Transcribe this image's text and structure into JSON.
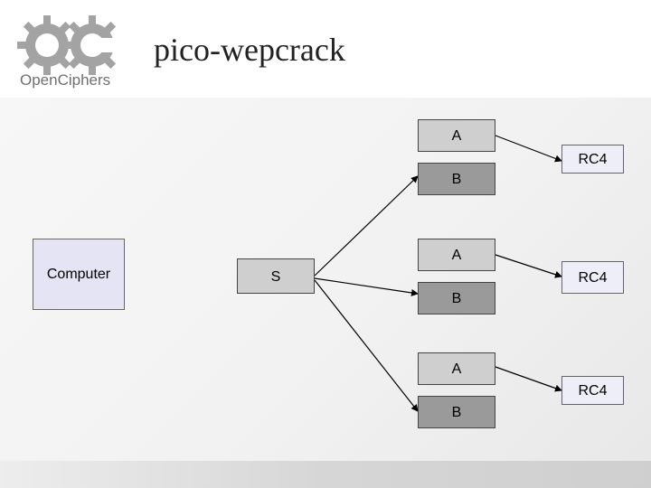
{
  "header": {
    "title": "pico-wepcrack",
    "logo_text": "OpenCiphers"
  },
  "diagram": {
    "computer_label": "Computer",
    "source_label": "S",
    "groups": [
      {
        "a_label": "A",
        "b_label": "B",
        "rc4_label": "RC4"
      },
      {
        "a_label": "A",
        "b_label": "B",
        "rc4_label": "RC4"
      },
      {
        "a_label": "A",
        "b_label": "B",
        "rc4_label": "RC4"
      }
    ]
  },
  "colors": {
    "computer_fill": "#e4e4f4",
    "a_fill": "#cfcfcf",
    "b_fill": "#9a9a9a",
    "rc4_fill": "#eeeef8"
  }
}
